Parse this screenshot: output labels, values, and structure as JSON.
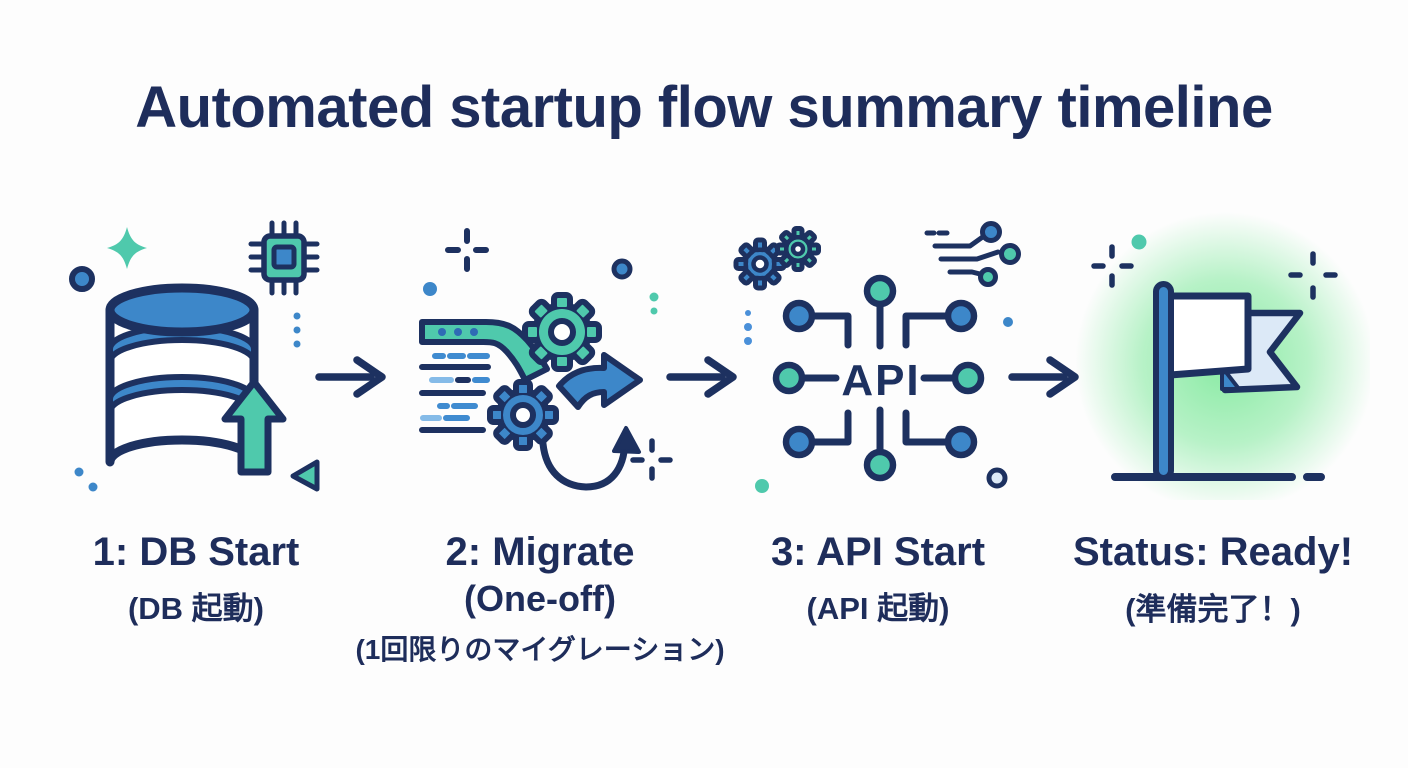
{
  "title": "Automated startup flow summary timeline",
  "stages": [
    {
      "label": "1: DB Start",
      "sublabel": "(DB 起動)",
      "icon": "database-upload-icon"
    },
    {
      "label": "2: Migrate",
      "sublabel": "(One-off)",
      "sublabel2": "(1回限りのマイグレーション)",
      "icon": "migration-gears-icon"
    },
    {
      "label": "3: API Start",
      "sublabel": "(API 起動)",
      "icon": "api-circuit-icon",
      "icon_text": "API"
    },
    {
      "label": "Status: Ready!",
      "sublabel": "(準備完了！)",
      "icon": "goal-flag-icon"
    }
  ],
  "colors": {
    "outline_navy": "#1d3160",
    "blue": "#3d87c9",
    "teal": "#4fc9ac",
    "light_blue": "#dce9f7",
    "glow_green": "#56e27c",
    "background": "#fdfdfd"
  }
}
